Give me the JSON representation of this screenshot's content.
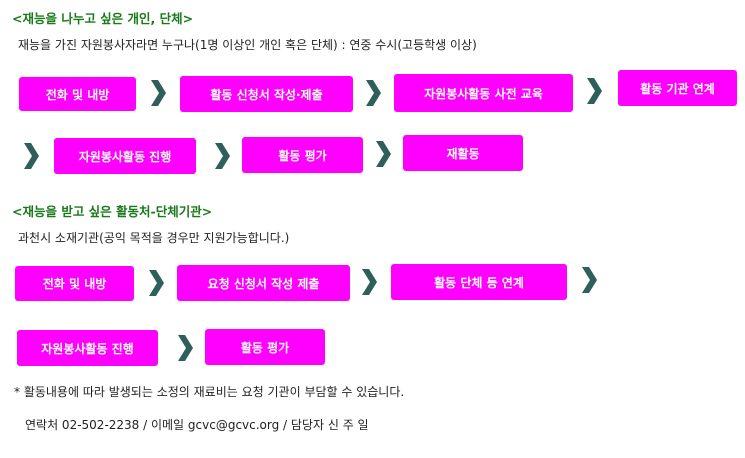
{
  "section1": {
    "heading": "<재능을 나누고 싶은 개인, 단체>",
    "description": "재능을 가진 자원봉사자라면 누구나(1명 이상인 개인 혹은 단체) : 연중 수시(고등학생 이상)",
    "steps": [
      "전화 및 내방",
      "활동 신청서 작성·제출",
      "자원봉사활동 사전 교육",
      "활동 기관 연계",
      "자원봉사활동 진행",
      "활동 평가",
      "재활동"
    ]
  },
  "section2": {
    "heading": "<재능을 받고 싶은 활동처-단체기관>",
    "description": "과천시 소재기관(공익 목적을 경우만 지원가능합니다.)",
    "steps": [
      "전화 및 내방",
      "요청 신청서 작성 제출",
      "활동 단체 등 연계",
      "자원봉사활동 진행",
      "활동 평가"
    ]
  },
  "footer": {
    "note": "* 활동내용에 따라 발생되는 소정의 재료비는 요청 기관이 부담할 수 있습니다.",
    "contact": "연락처 02-502-2238 / 이메일  gcvc@gcvc.org / 담당자 신 주 일"
  },
  "colors": {
    "heading": "#1a7a1a",
    "step_bg": "#ff00ff",
    "step_text": "#ffffff",
    "arrow": "#2f5f5a"
  },
  "icons": {
    "arrow": "chevron-right-icon"
  }
}
